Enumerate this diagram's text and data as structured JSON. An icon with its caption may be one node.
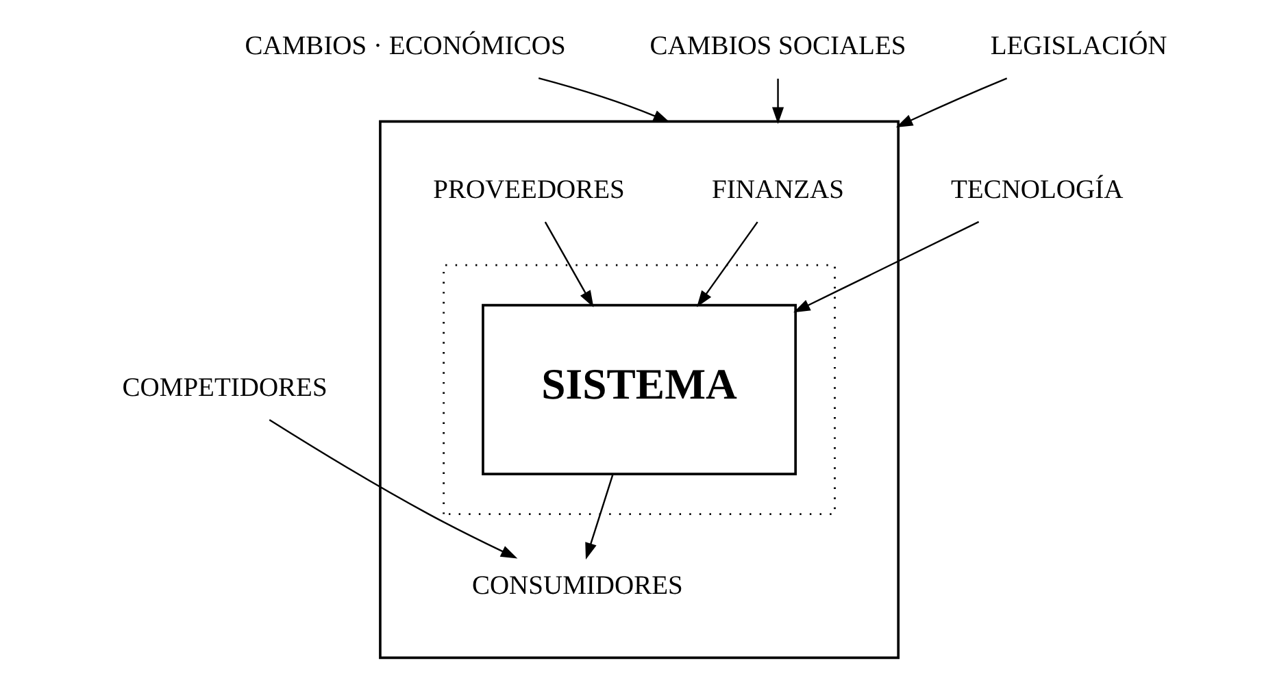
{
  "diagram": {
    "nodes": [
      {
        "text": [],
        "shape": "box"
      },
      {
        "text": [],
        "shape": "box",
        "in": 0
      },
      {
        "text": [
          "SISTEMA"
        ],
        "in": 1
      },
      {
        "text": [
          "TECNOLOGÍA"
        ]
      },
      {
        "text": [
          "FINANZAS"
        ],
        "in": 0
      },
      {
        "text": [
          "PROVEEDORES"
        ],
        "in": 0
      },
      {
        "text": [
          "CONSUMIDORES"
        ],
        "in": 0
      },
      {
        "text": [
          "CAMBIOS · ECONÓMICOS"
        ]
      },
      {
        "text": [
          "CAMBIOS SOCIALES"
        ]
      },
      {
        "text": [
          "LEGISLACIÓN"
        ]
      },
      {
        "text": [
          "COMPETIDORES"
        ]
      }
    ],
    "edges": [
      {
        "from": 3,
        "to": 2,
        "arrow": "to"
      },
      {
        "from": 4,
        "to": 2,
        "arrow": "to"
      },
      {
        "from": 5,
        "to": 2,
        "arrow": "to"
      },
      {
        "from": 2,
        "to": 6,
        "arrow": "to"
      },
      {
        "from": 7,
        "to": 0,
        "arrow": "to"
      },
      {
        "from": 8,
        "to": 0,
        "arrow": "to"
      },
      {
        "from": 9,
        "to": 0,
        "arrow": "to"
      },
      {
        "from": 10,
        "to": 6,
        "arrow": "to"
      }
    ]
  }
}
